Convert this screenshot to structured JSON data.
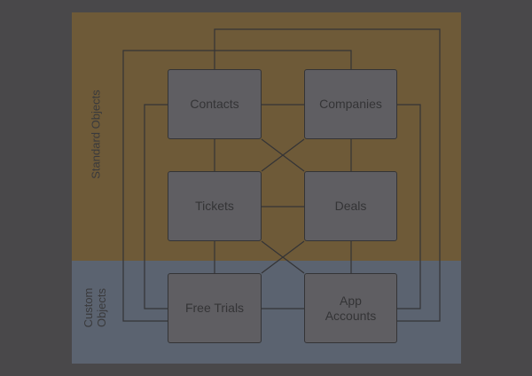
{
  "regions": {
    "standard_label": "Standard Objects",
    "custom_label": "Custom Objects"
  },
  "objects": {
    "contacts": "Contacts",
    "companies": "Companies",
    "tickets": "Tickets",
    "deals": "Deals",
    "free_trials": "Free Trials",
    "app_accounts": "App Accounts"
  },
  "colors": {
    "background": "#49484a",
    "standard_region": "#6e5a38",
    "custom_region": "#5b6370",
    "box_fill": "#5f5e62",
    "line": "#343436"
  }
}
